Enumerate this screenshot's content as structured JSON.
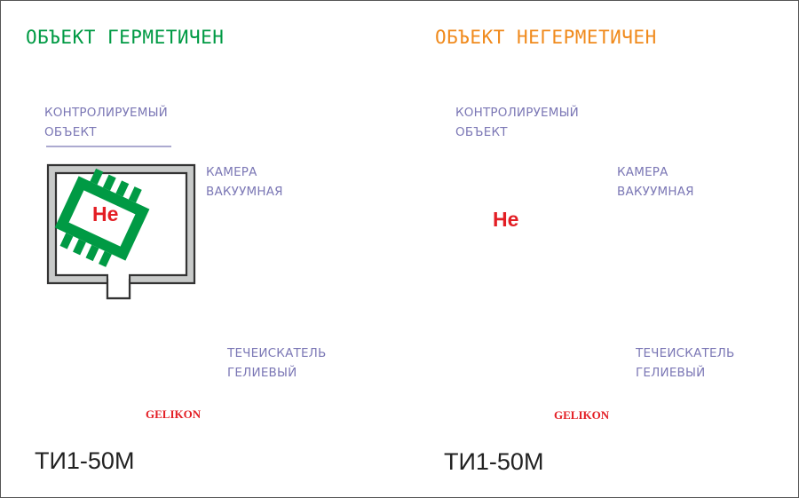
{
  "colors": {
    "sealed": "#009a44",
    "leaking": "#f08a1c",
    "label": "#7b77b5",
    "helium": "#e31e24",
    "chamber_wall": "#c8cac9",
    "outline": "#333333"
  },
  "panels": [
    {
      "title": "ОБЪЕКТ ГЕРМЕТИЧЕН",
      "object_label": [
        "КОНТРОЛИРУЕМЫЙ",
        "ОБЪЕКТ"
      ],
      "chamber_label": [
        "КАМЕРА",
        "ВАКУУМНАЯ"
      ],
      "detector_label": [
        "ТЕЧЕИСКАТЕЛЬ",
        "ГЕЛИЕВЫЙ"
      ],
      "gas_symbol": "He",
      "brand": "GELIKON",
      "model": "ТИ1-50М",
      "screen_signal": "flat"
    },
    {
      "title": "ОБЪЕКТ НЕГЕРМЕТИЧЕН",
      "object_label": [
        "КОНТРОЛИРУЕМЫЙ",
        "ОБЪЕКТ"
      ],
      "chamber_label": [
        "КАМЕРА",
        "ВАКУУМНАЯ"
      ],
      "detector_label": [
        "ТЕЧЕИСКАТЕЛЬ",
        "ГЕЛИЕВЫЙ"
      ],
      "gas_symbol": "He",
      "brand": "GELIKON",
      "model": "ТИ1-50М",
      "screen_signal": "peak"
    }
  ]
}
